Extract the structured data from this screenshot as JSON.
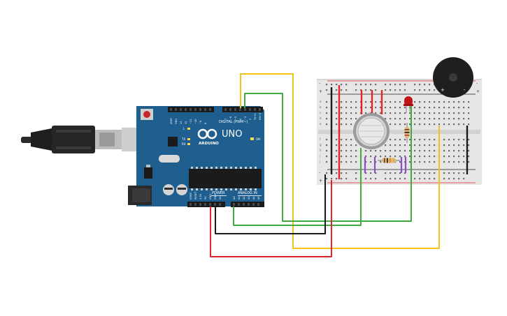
{
  "arduino": {
    "brand": "ARDUINO",
    "model": "UNO",
    "digital_label": "DIGITAL (PWM~)",
    "power_label": "POWER",
    "analog_label": "ANALOG IN",
    "on_label": "ON",
    "l_label": "L",
    "tx_label": "TX",
    "rx_label": "RX",
    "digital_pins": [
      "AREF",
      "GND",
      "13",
      "12",
      "~11",
      "~10",
      "~9",
      "8",
      "7",
      "~6",
      "~5",
      "4",
      "~3",
      "2",
      "TX→1",
      "RX←0"
    ],
    "power_pins": [
      "IOREF",
      "RESET",
      "3.3V",
      "5V",
      "GND",
      "GND",
      "Vin"
    ],
    "analog_pins": [
      "A0",
      "A1",
      "A2",
      "A3",
      "A4",
      "A5"
    ]
  },
  "breadboard": {
    "plus": "+",
    "minus": "-",
    "row_letters": [
      "a",
      "b",
      "c",
      "d",
      "e",
      "f",
      "g",
      "h",
      "i",
      "j"
    ]
  },
  "buzzer": {
    "plus": "+",
    "minus": "-"
  },
  "colors": {
    "board": "#1f5f8f",
    "wire_red": "#e3252b",
    "wire_black": "#1a1a1a",
    "wire_green": "#3dab3d",
    "wire_yellow": "#f2c218",
    "led": "#c0151b",
    "breadboard": "#e6e6e6"
  }
}
